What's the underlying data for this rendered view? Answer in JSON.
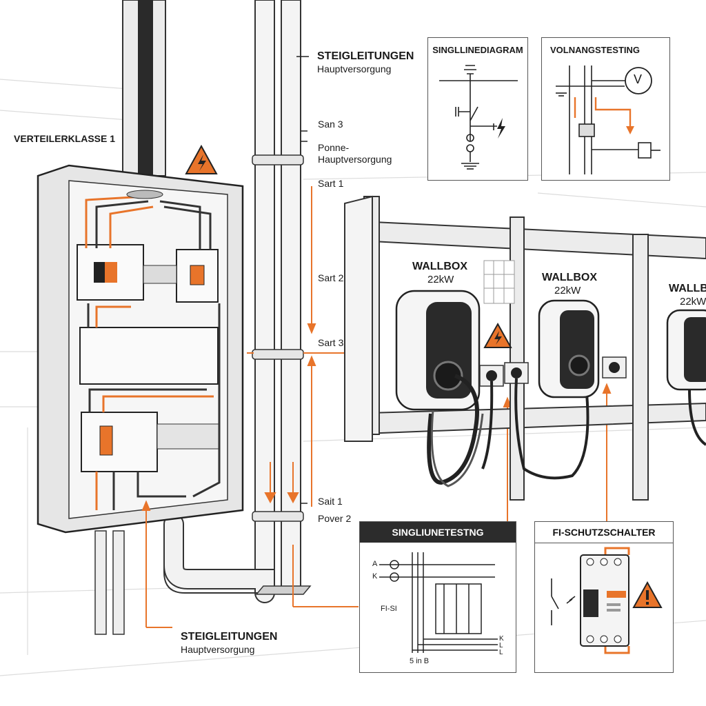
{
  "colors": {
    "accent": "#e8742a",
    "ink": "#1a1a1a",
    "panel": "#f2f2f2",
    "wall": "#e9e9e9",
    "warn": "#e8742a"
  },
  "distribution_board": {
    "title": "VERTEILERKLASSE 1"
  },
  "riser_top": {
    "title": "STEIGLEITUNGEN",
    "subtitle": "Hauptversorgung"
  },
  "riser_bottom": {
    "title": "STEIGLEITUNGEN",
    "subtitle": "Hauptversorgung"
  },
  "riser_labels": {
    "san3": "San 3",
    "ponne": "Ponne-",
    "ponne_sub": "Hauptversorgung",
    "sart1": "Sart 1",
    "sart2": "Sart 2",
    "sart3": "Sart 3",
    "sait1": "Sait 1",
    "pover2": "Pover 2"
  },
  "wallboxes": [
    {
      "title": "WALLBOX",
      "power": "22kW"
    },
    {
      "title": "WALLBOX",
      "power": "22kW"
    },
    {
      "title": "WALLBOX",
      "power": "22kW"
    }
  ],
  "panels": {
    "single_line": {
      "title": "SINGLLINEDIAGRAM"
    },
    "voltage": {
      "title": "VOLNANGSTESTING",
      "meter_symbol": "V"
    },
    "testing": {
      "title": "SINGLIUNETESTNG",
      "phase_a": "A",
      "phase_k": "K",
      "fi_label": "FI-SI",
      "bottom_label": "5 in B",
      "out_k": "K",
      "out_l1": "L",
      "out_l2": "L"
    },
    "rcd": {
      "title": "FI-SCHUTZSCHALTER"
    }
  },
  "icons": [
    "warning-icon",
    "voltmeter-icon",
    "ground-icon",
    "lightning-icon",
    "breaker-icon"
  ]
}
